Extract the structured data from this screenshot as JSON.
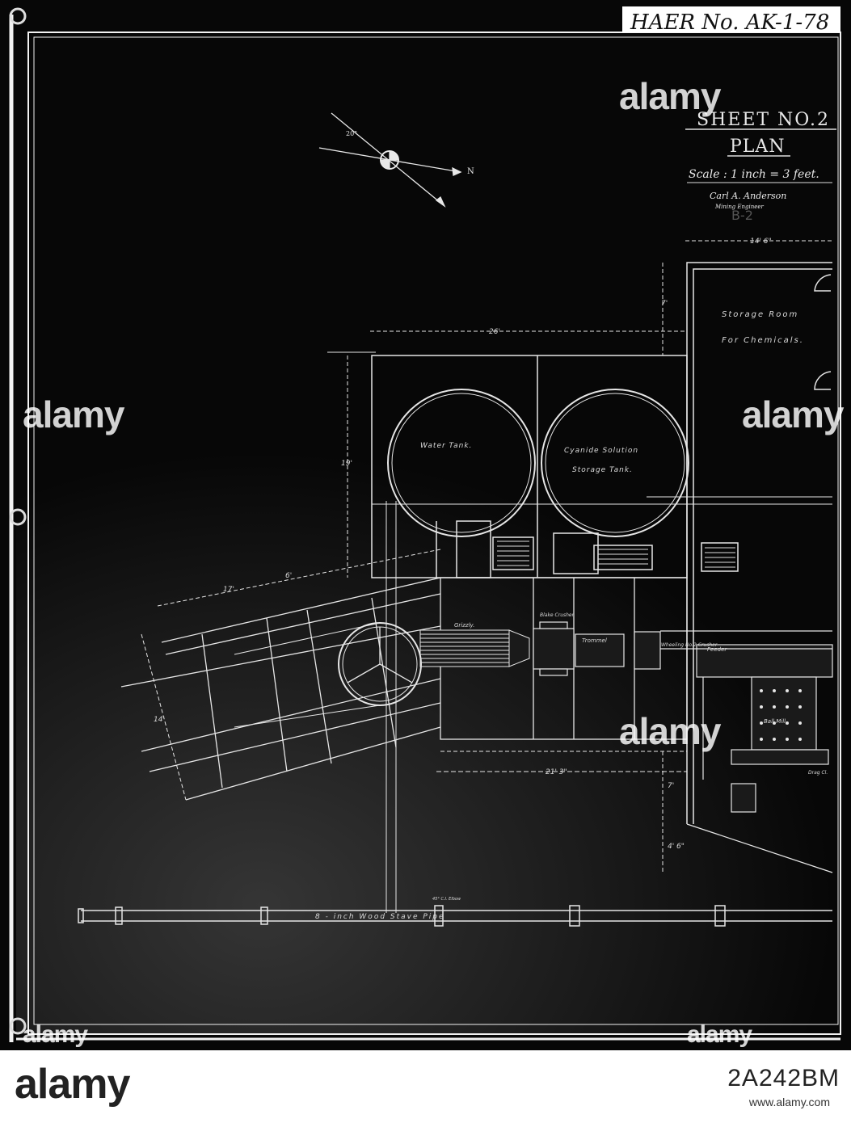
{
  "header": {
    "haer_id": "HAER No. AK-1-78"
  },
  "title_block": {
    "sheet": "SHEET NO.2",
    "plan": "PLAN",
    "scale": "Scale : 1 inch = 3 feet.",
    "signature": "Carl A. Anderson",
    "signature_role": "Mining Engineer",
    "drawing_no": "B-2"
  },
  "compass": {
    "north_label": "N",
    "angle_label": "20°"
  },
  "dimensions": {
    "room_width": "14' 6\"",
    "tank_width": "26'",
    "tank_depth": "19'",
    "room_offset": "7'",
    "incline_a": "17'",
    "incline_b": "6'",
    "incline_width": "14'",
    "floor_width": "21' 3\"",
    "lower_a": "7'",
    "lower_b": "4' 6\""
  },
  "labels": {
    "storage_room": "Storage Room",
    "for_chemicals": "For Chemicals.",
    "water_tank": "Water Tank.",
    "cyanide": "Cyanide Solution",
    "storage_tank": "Storage Tank.",
    "grizzly": "Grizzly.",
    "blake_crusher": "Blake Crusher",
    "trommel": "Trommel",
    "crusher2": "Wheeling No.2 Crusher",
    "feeder": "Feeder",
    "ball_mill": "Ball Mill",
    "drag": "Drag Cl.",
    "pipe": "8 - inch   Wood   Stave   Pipe",
    "elbow": "45° C.I. Elbow"
  },
  "watermark": {
    "brand": "alamy",
    "image_id": "2A242BM",
    "url": "www.alamy.com"
  },
  "colors": {
    "background": "#080808",
    "lines": "#e6e6e6",
    "footer": "#ffffff"
  }
}
